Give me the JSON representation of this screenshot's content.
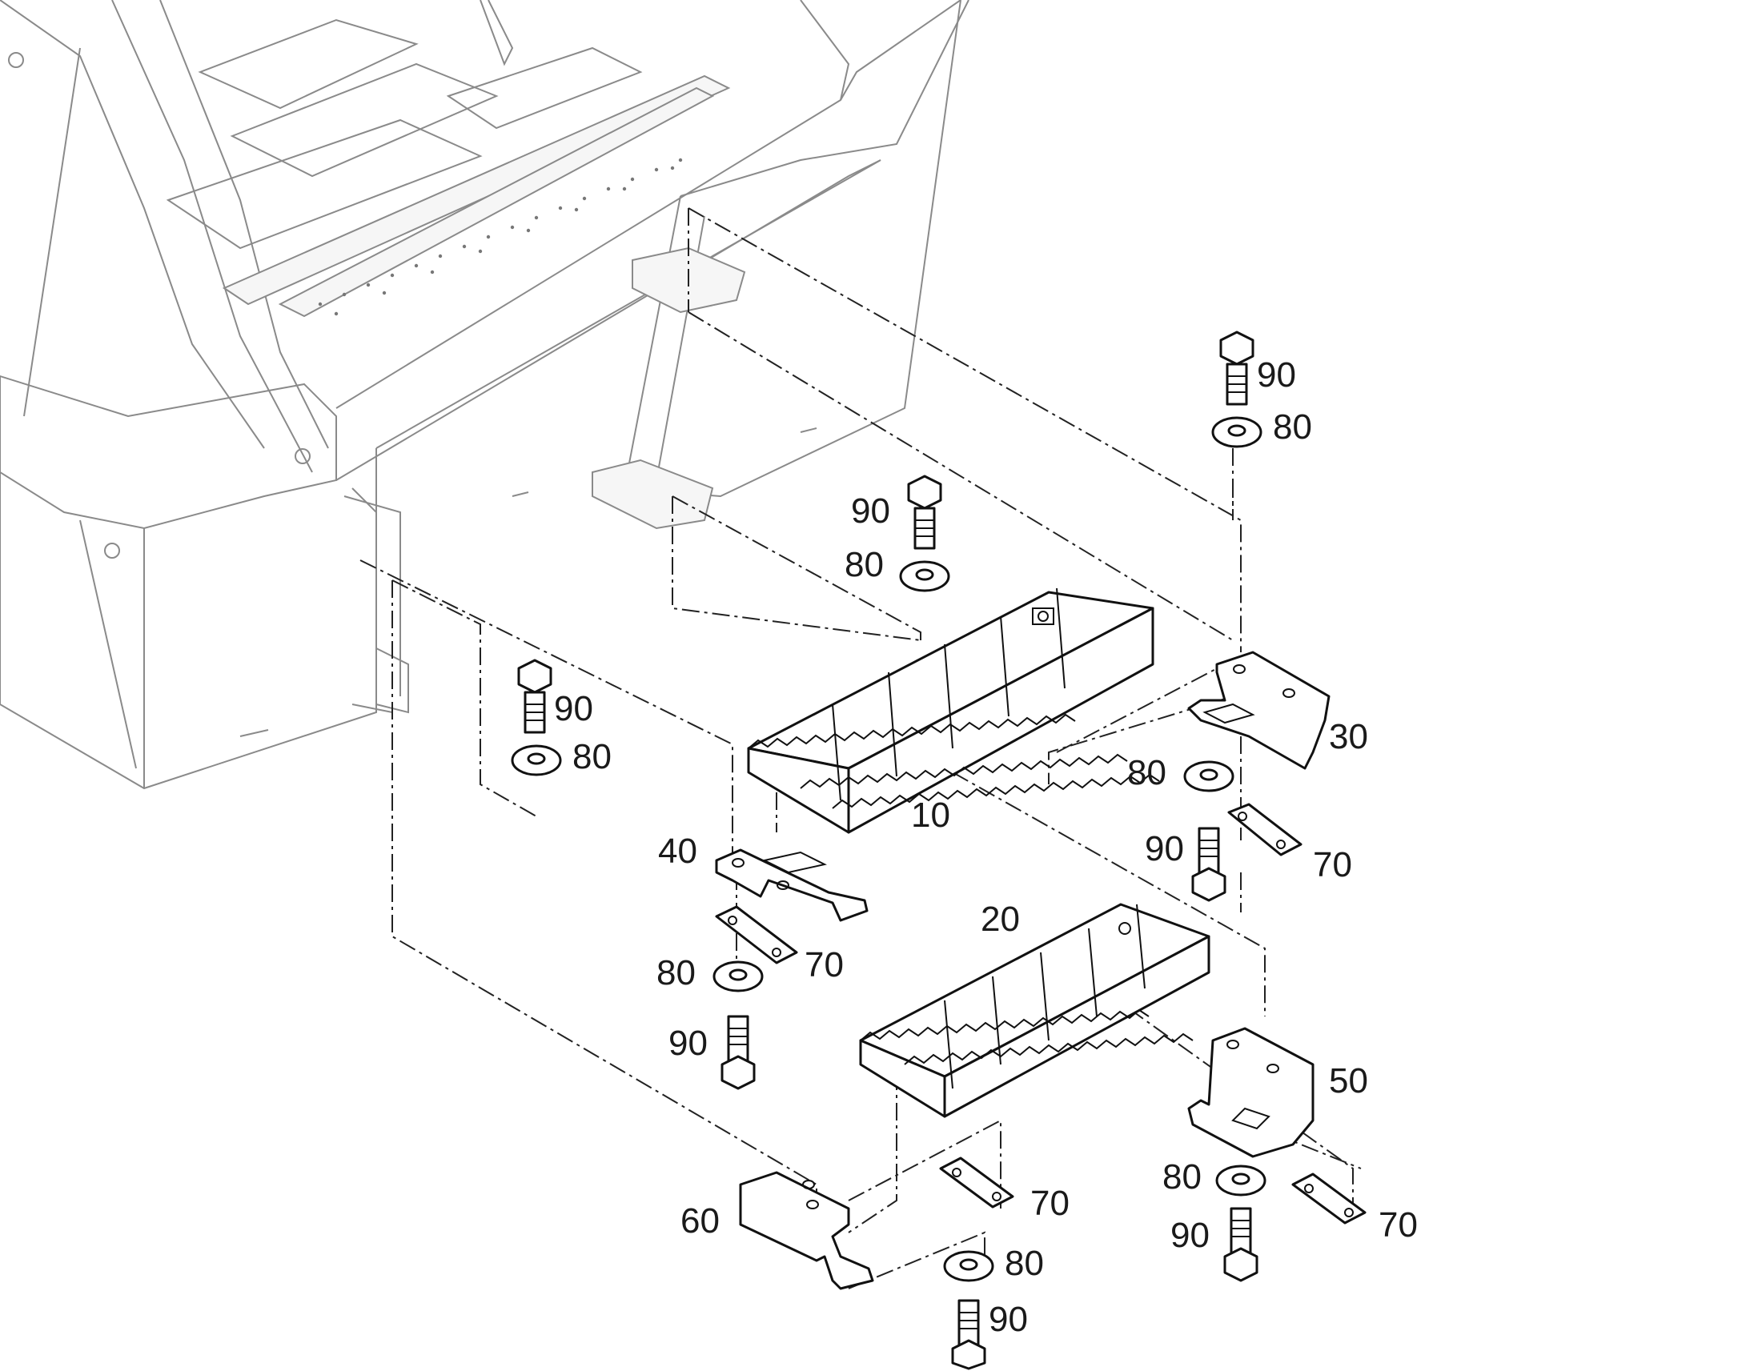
{
  "callouts": {
    "step_upper": "10",
    "step_lower": "20",
    "bracket_right_upper": "30",
    "bracket_left_upper": "40",
    "bracket_right_lower": "50",
    "bracket_left_lower": "60",
    "plate_a": "70",
    "plate_b": "70",
    "plate_c": "70",
    "plate_d": "70",
    "washer_a": "80",
    "washer_b": "80",
    "washer_c": "80",
    "washer_d": "80",
    "washer_e": "80",
    "washer_f": "80",
    "washer_g": "80",
    "bolt_a": "90",
    "bolt_b": "90",
    "bolt_c": "90",
    "bolt_d": "90",
    "bolt_e": "90",
    "bolt_f": "90",
    "bolt_g": "90"
  },
  "colors": {
    "line": "#111111",
    "ghost_line": "#8a8a8a"
  }
}
